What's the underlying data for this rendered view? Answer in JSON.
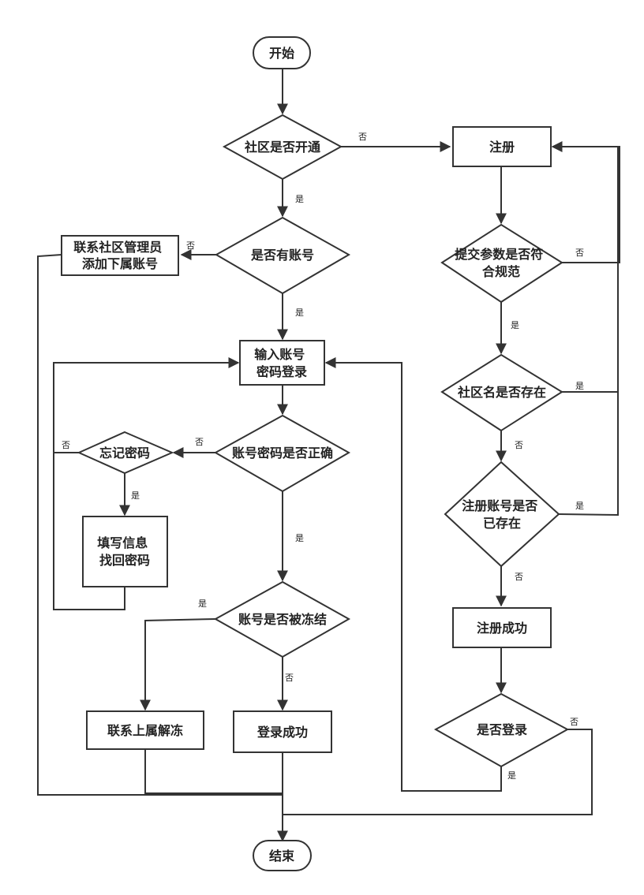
{
  "nodes": {
    "start": "开始",
    "community_open": "社区是否开通",
    "has_account": "是否有账号",
    "contact_admin": [
      "联系社区管理员",
      "添加下属账号"
    ],
    "input_login": [
      "输入账号",
      "密码登录"
    ],
    "forget_password": "忘记密码",
    "credentials_correct": "账号密码是否正确",
    "fill_info": [
      "填写信息",
      "找回密码"
    ],
    "account_frozen": "账号是否被冻结",
    "contact_unfreeze": "联系上属解冻",
    "login_success": "登录成功",
    "end": "结束",
    "register": "注册",
    "params_valid": [
      "提交参数是否符",
      "合规范"
    ],
    "name_exists": "社区名是否存在",
    "account_exists": [
      "注册账号是否",
      "已存在"
    ],
    "register_success": "注册成功",
    "login_question": "是否登录"
  },
  "labels": {
    "yes": "是",
    "no": "否"
  }
}
